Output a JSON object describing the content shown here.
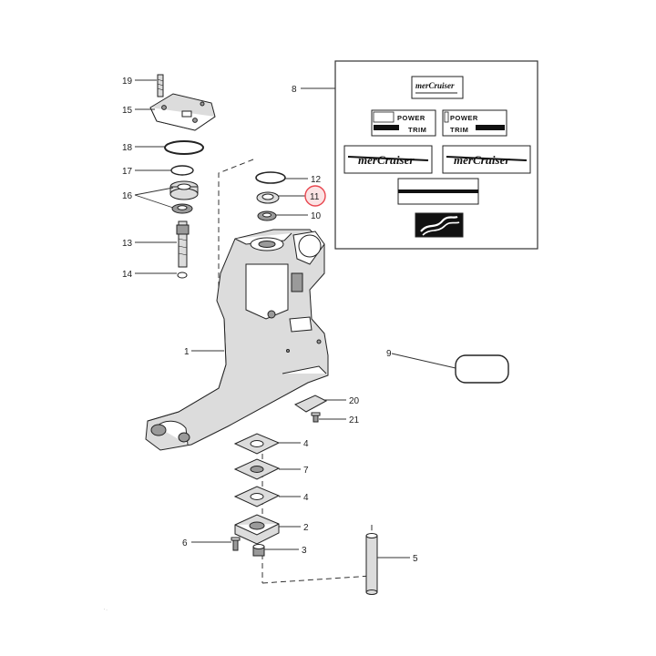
{
  "diagram": {
    "callouts": {
      "c1": "1",
      "c2": "2",
      "c3": "3",
      "c4a": "4",
      "c4b": "4",
      "c5": "5",
      "c6": "6",
      "c7": "7",
      "c8": "8",
      "c9": "9",
      "c10": "10",
      "c11": "11",
      "c12": "12",
      "c13": "13",
      "c14": "14",
      "c15": "15",
      "c16": "16",
      "c17": "17",
      "c18": "18",
      "c19": "19",
      "c20": "20",
      "c21": "21"
    },
    "highlighted_callout": "11",
    "highlight_color": "#e8464f",
    "decals": {
      "brand_small": "merCruiser",
      "power_left": "POWER",
      "trim_left": "TRIM",
      "power_right": "POWER",
      "trim_right": "TRIM",
      "brand_large_left": "merCruiser",
      "brand_large_right": "merCruiser"
    }
  }
}
